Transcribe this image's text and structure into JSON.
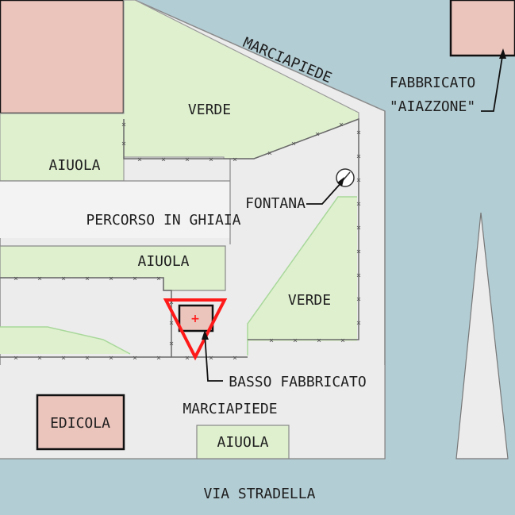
{
  "labels": {
    "marciapiede_top": "MARCIAPIEDE",
    "fabbricato_line1": "FABBRICATO",
    "fabbricato_line2": "\"AIAZZONE\"",
    "verde_top": "VERDE",
    "aiuola_left": "AIUOLA",
    "fontana": "FONTANA",
    "percorso": "PERCORSO IN GHIAIA",
    "aiuola_mid": "AIUOLA",
    "verde_right": "VERDE",
    "basso_fabbricato": "BASSO FABBRICATO",
    "marciapiede_bottom": "MARCIAPIEDE",
    "edicola": "EDICOLA",
    "aiuola_bottom": "AIUOLA",
    "via": "VIA STRADELLA"
  },
  "colors": {
    "water_road": "#b3cdd4",
    "paving": "#ececec",
    "green": "#dff0cf",
    "green_edge": "#a8d89a",
    "building": "#ebc4bc",
    "marker": "#ff1a1a"
  },
  "marker": {
    "type": "red inverted triangle",
    "symbol": "+"
  }
}
